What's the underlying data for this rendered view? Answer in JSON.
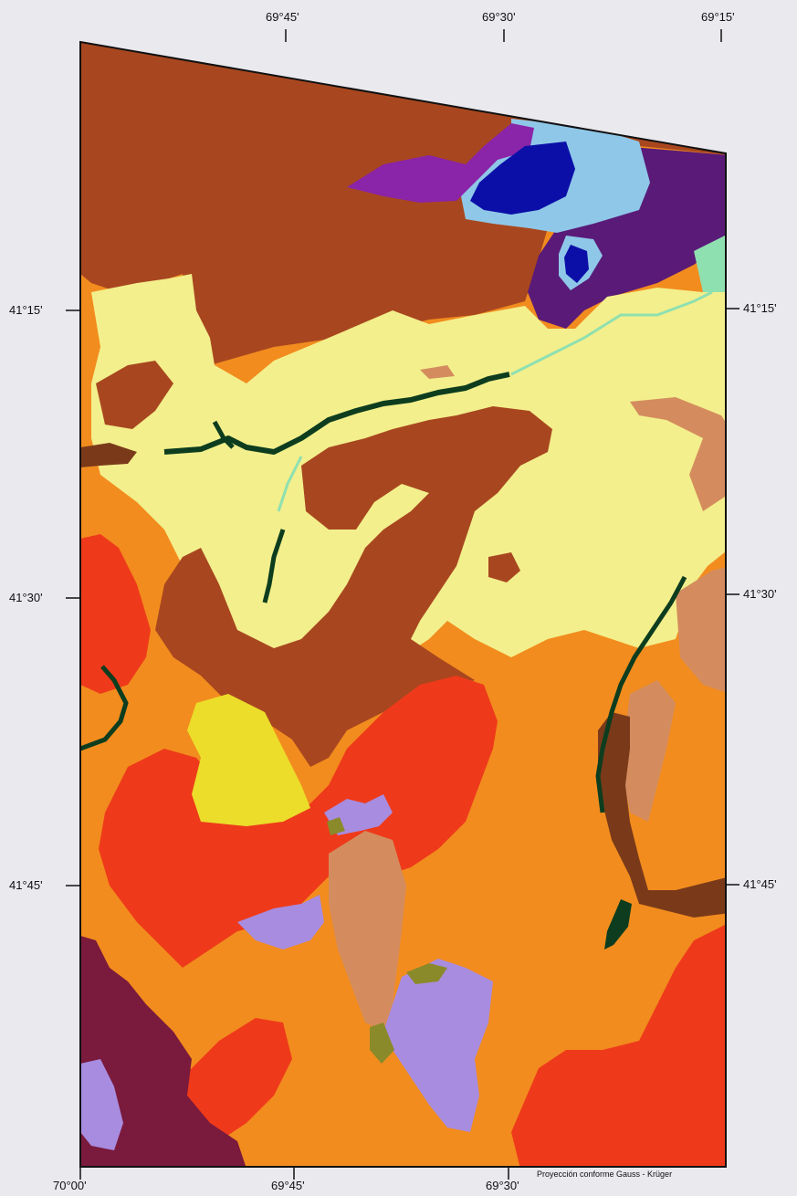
{
  "top_axis": [
    "69°45'",
    "69°30'",
    "69°15'"
  ],
  "bottom_axis": [
    "70°00'",
    "69°45'",
    "69°30'"
  ],
  "left_axis": [
    "41°15'",
    "41°30'",
    "41°45'"
  ],
  "right_axis": [
    "41°15'",
    "41°30'",
    "41°45'"
  ],
  "projection": "Proyección conforme Gauss - Krüger",
  "colors": {
    "base_orange": "#f28c1e",
    "brown": "#a8471f",
    "pale_yellow": "#f3ef8c",
    "red_orange": "#ee3a1a",
    "bright_yellow": "#ecdd2a",
    "dark_purple": "#5a1a78",
    "violet": "#8a24a8",
    "blue": "#0b0fa8",
    "light_blue": "#8fc7e8",
    "mint": "#8fe0b0",
    "dark_green": "#0d3d1e",
    "tan": "#d48c5e",
    "lavender": "#a88ce0",
    "maroon": "#7a1a3c",
    "olive": "#8a8a2a",
    "dark_brown": "#7a3a1a"
  }
}
